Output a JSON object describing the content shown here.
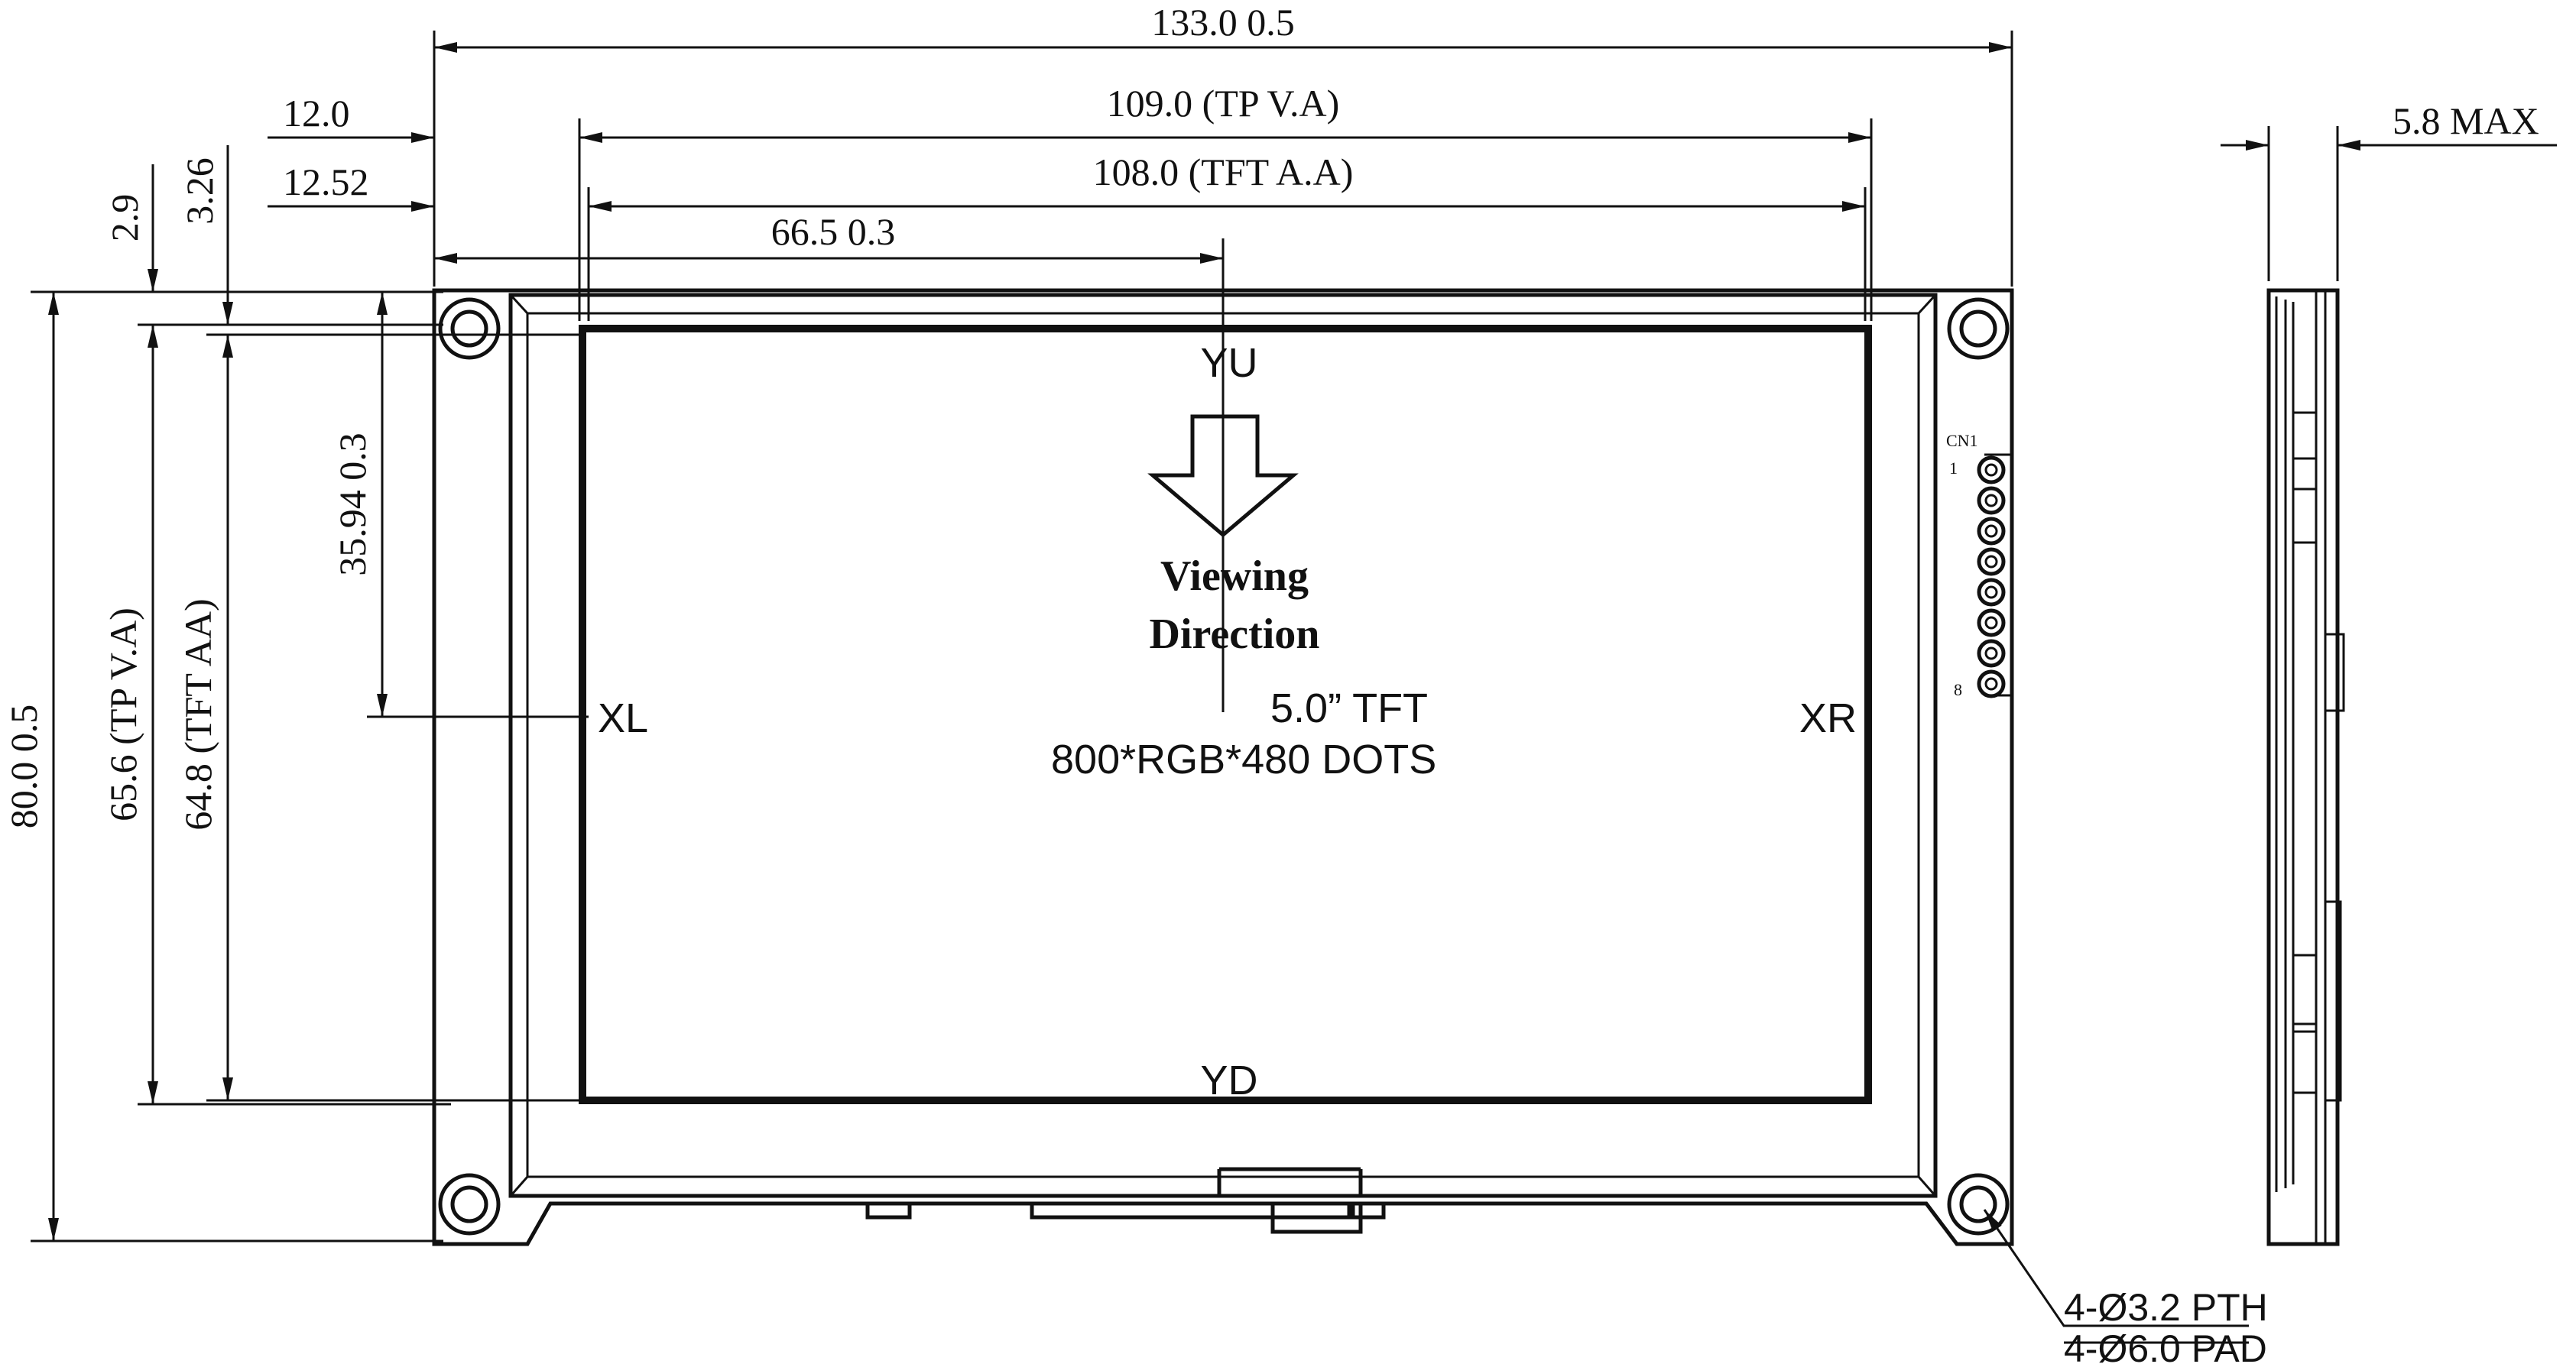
{
  "dimensions": {
    "overall_width": "133.0  0.5",
    "tp_va_width": "109.0 (TP V.A)",
    "tft_aa_width": "108.0 (TFT A.A)",
    "offset_tp": "12.0",
    "offset_tft": "12.52",
    "center_x": "66.5  0.3",
    "overall_height": "80.0  0.5",
    "tp_va_height": "65.6 (TP V.A)",
    "tft_aa_height": "64.8 (TFT AA)",
    "top_gap_tp": "2.9",
    "top_gap_tft": "3.26",
    "center_y": "35.94  0.3",
    "thickness": "5.8 MAX"
  },
  "labels": {
    "yu": "YU",
    "yd": "YD",
    "xl": "XL",
    "xr": "XR",
    "viewing_line1": "Viewing",
    "viewing_line2": "Direction",
    "panel_size": "5.0”  TFT",
    "resolution": "800*RGB*480  DOTS",
    "connector": "CN1",
    "pin_first": "1",
    "pin_last": "8",
    "holes_pth": "4-Ø3.2 PTH",
    "holes_pad": "4-Ø6.0 PAD"
  }
}
